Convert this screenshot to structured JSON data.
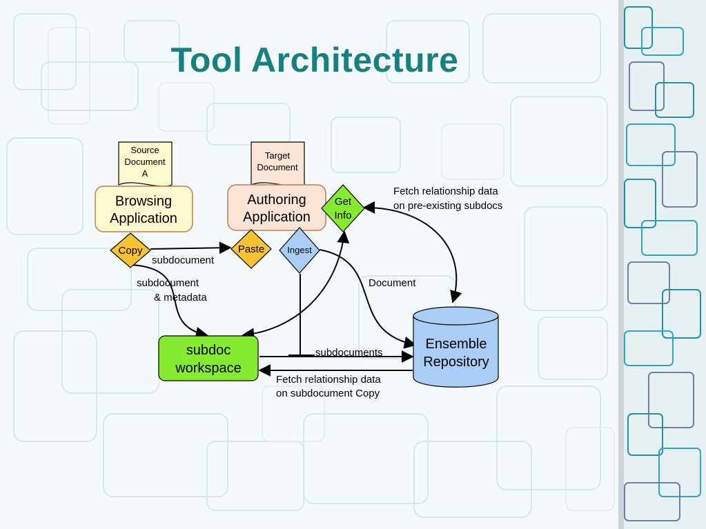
{
  "slide": {
    "title": "Tool Architecture"
  },
  "diagram": {
    "nodes": {
      "source_document": {
        "lines": [
          "Source",
          "Document",
          "A"
        ]
      },
      "target_document": {
        "lines": [
          "Target",
          "Document"
        ]
      },
      "browsing_app": {
        "lines": [
          "Browsing",
          "Application"
        ]
      },
      "authoring_app": {
        "lines": [
          "Authoring",
          "Application"
        ]
      },
      "get_info": {
        "lines": [
          "Get",
          "Info"
        ]
      },
      "copy": {
        "label": "Copy"
      },
      "paste": {
        "label": "Paste"
      },
      "ingest": {
        "label": "Ingest"
      },
      "workspace": {
        "lines": [
          "subdoc",
          "workspace"
        ]
      },
      "repository": {
        "lines": [
          "Ensemble",
          "Repository"
        ]
      }
    },
    "edge_labels": {
      "copy_to_paste": "subdocument",
      "copy_to_workspace": [
        "subdocument",
        "& metadata"
      ],
      "get_info_repo": [
        "Fetch relationship data",
        "on pre-existing subdocs"
      ],
      "ingest_repo": "Document",
      "workspace_repo": "subdocuments",
      "repo_workspace": [
        "Fetch relationship data",
        "on subdocument Copy"
      ]
    },
    "colors": {
      "app_fill": "#fdfad0",
      "app_stroke": "#c47a4a",
      "authoring_fill": "#fbe5d6",
      "copy_fill": "#f9c233",
      "paste_fill": "#f9c233",
      "ingest_fill": "#a9cdf5",
      "get_info_fill": "#86ea30",
      "workspace_fill": "#86ea30",
      "repository_fill": "#a9cdf5",
      "title": "#17817f"
    }
  }
}
